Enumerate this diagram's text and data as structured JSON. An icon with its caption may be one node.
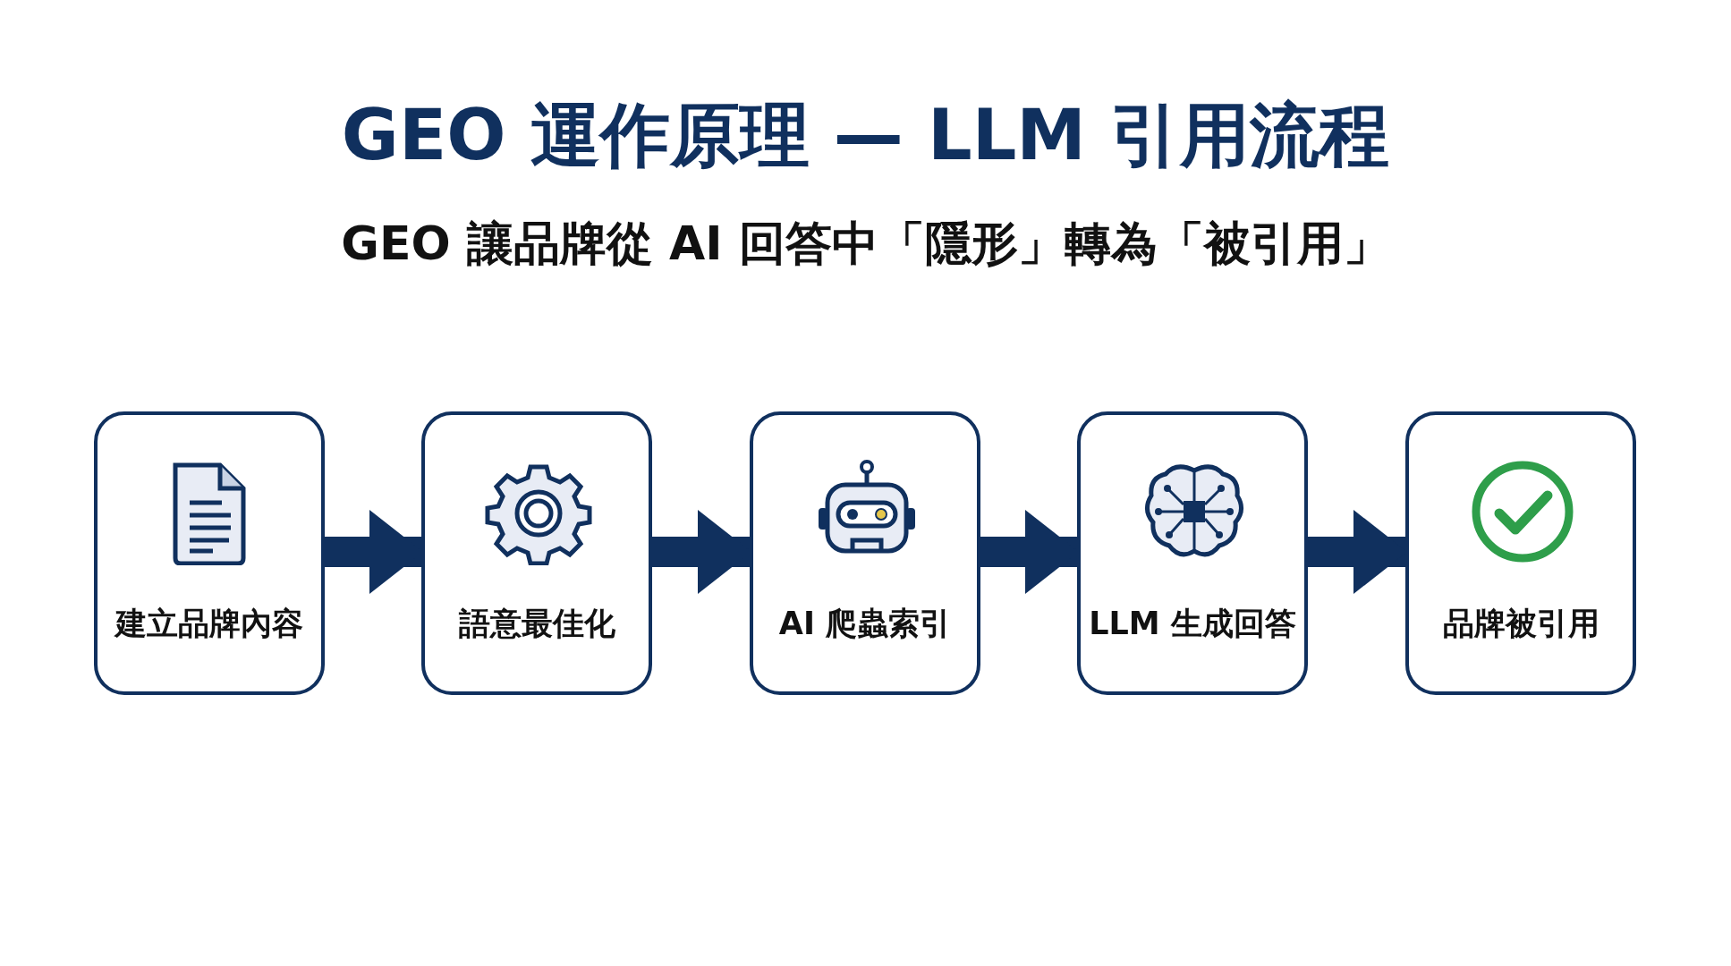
{
  "diagram": {
    "title": "GEO 運作原理 — LLM 引用流程",
    "caption": "GEO 讓品牌從 AI 回答中「隱形」轉為「被引用」",
    "nodes": [
      {
        "text": [
          "建立品牌內容"
        ]
      },
      {
        "text": [
          "語意最佳化"
        ]
      },
      {
        "text": [
          "AI 爬蟲索引"
        ]
      },
      {
        "text": [
          "LLM 生成回答"
        ]
      },
      {
        "text": [
          "品牌被引用"
        ]
      }
    ],
    "edges": [
      {
        "from": 0,
        "to": 1,
        "arrow": "to"
      },
      {
        "from": 1,
        "to": 2,
        "arrow": "to"
      },
      {
        "from": 2,
        "to": 3,
        "arrow": "to"
      },
      {
        "from": 3,
        "to": 4,
        "arrow": "to"
      }
    ]
  }
}
